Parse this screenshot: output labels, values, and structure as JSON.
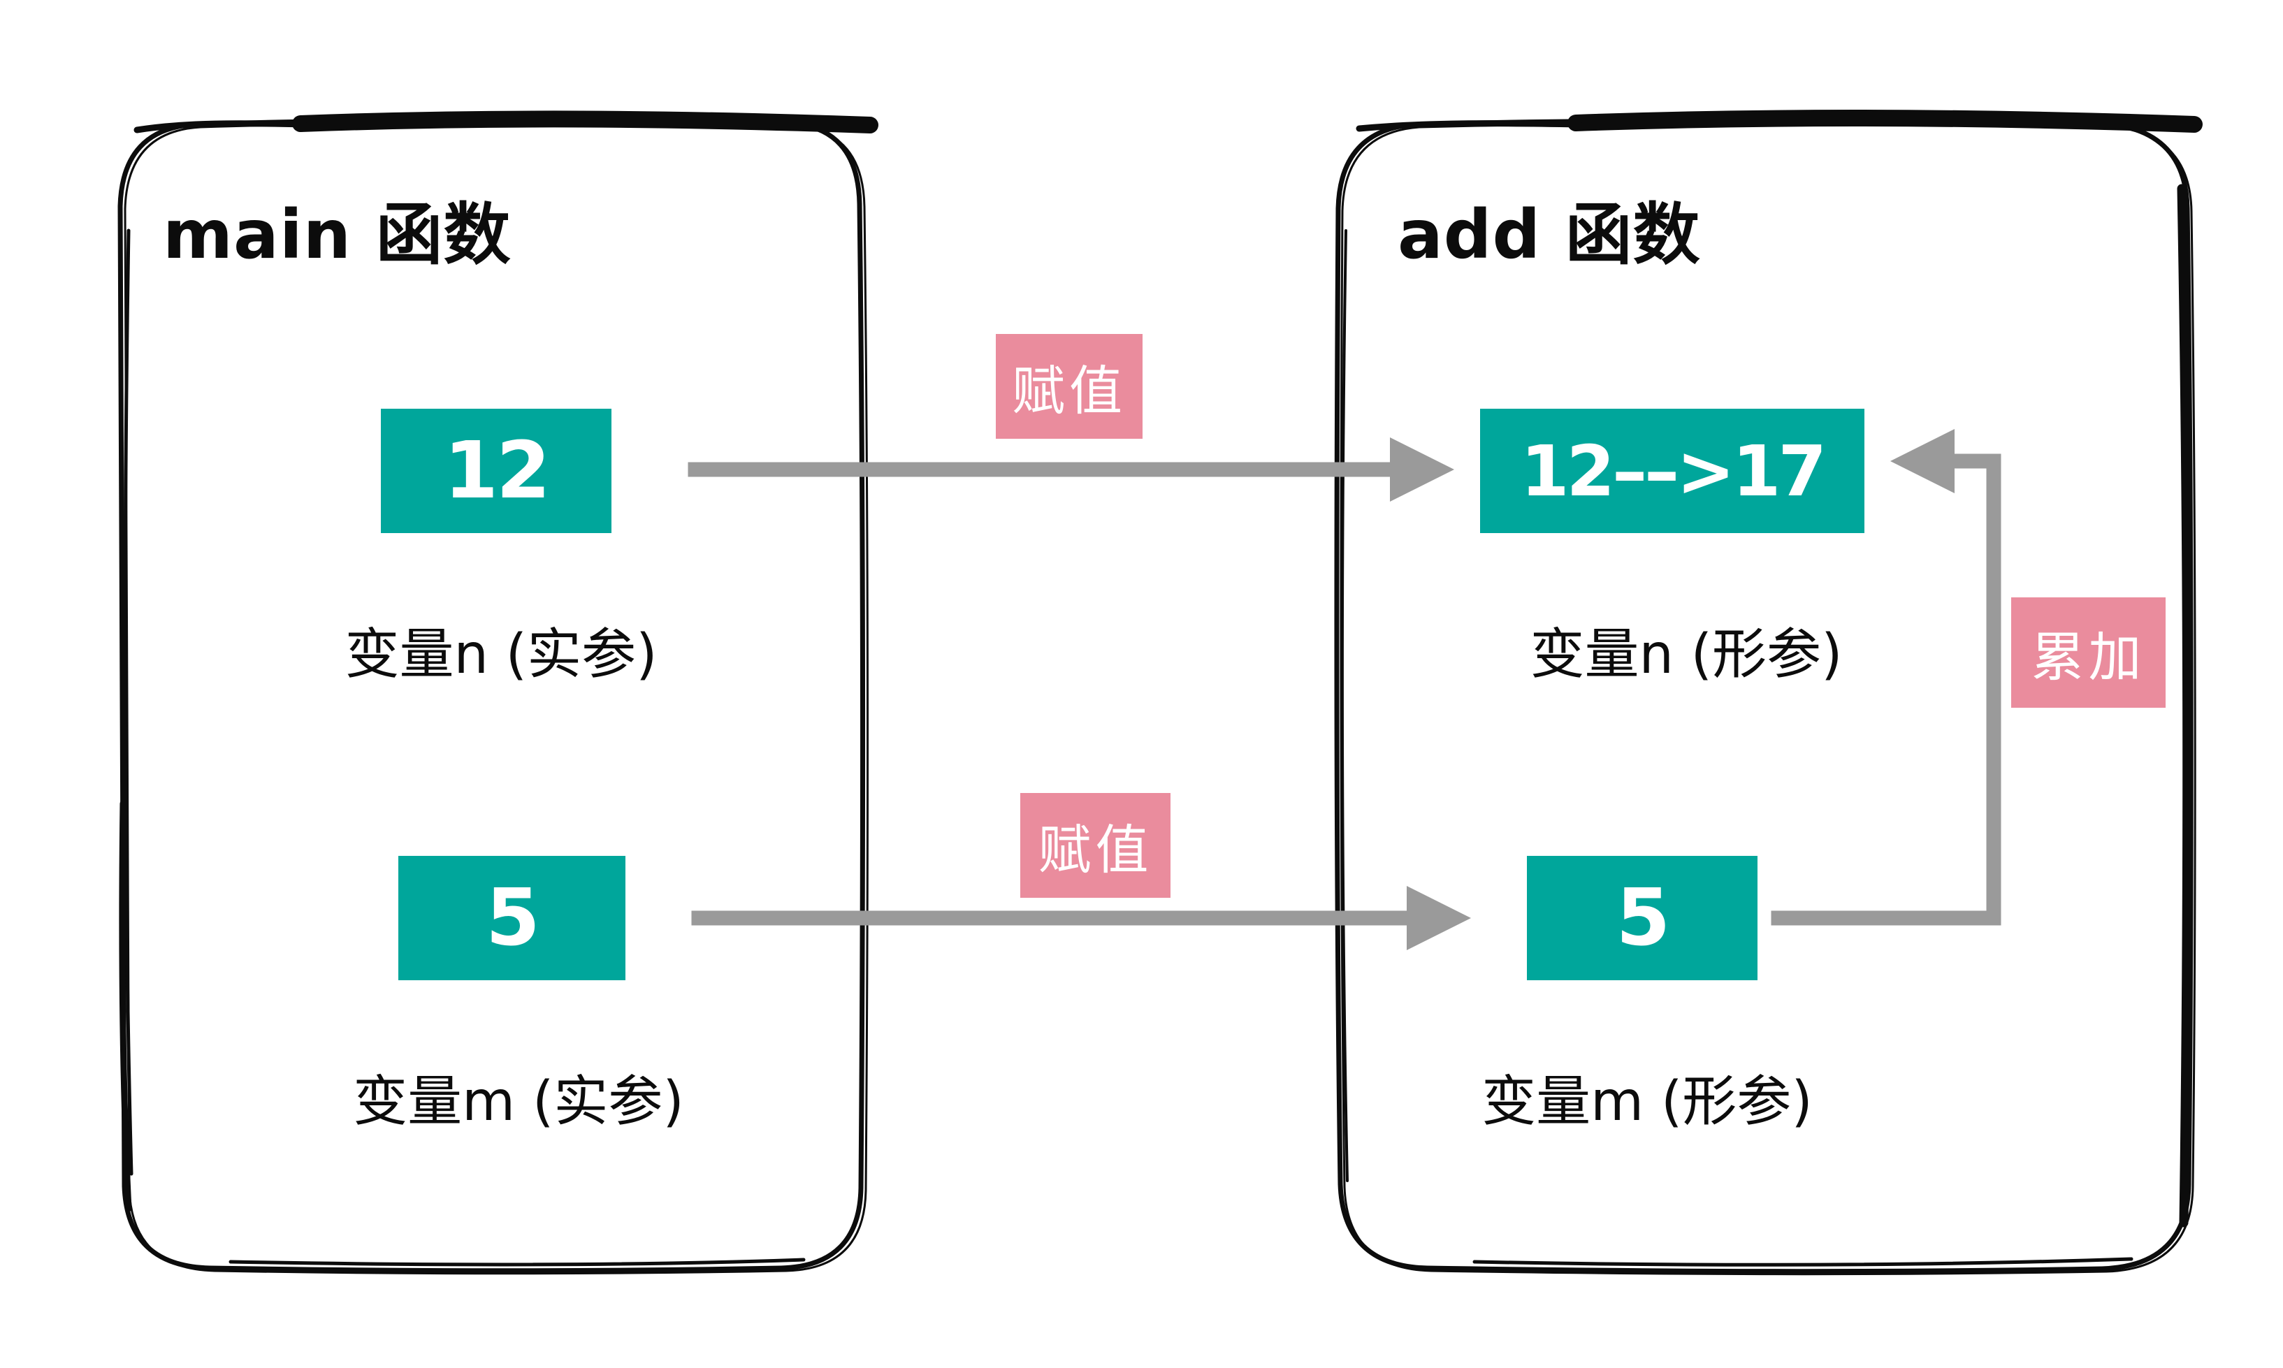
{
  "colors": {
    "teal": "#00A69B",
    "pink": "#EA8C9D",
    "gray": "#9A9A9A",
    "ink": "#0C0C0C"
  },
  "main_box": {
    "title": "main 函数",
    "n_value": "12",
    "n_label": "变量n (实参)",
    "m_value": "5",
    "m_label": "变量m (实参)"
  },
  "add_box": {
    "title": "add 函数",
    "n_value": "12––>17",
    "n_label": "变量n (形参)",
    "m_value": "5",
    "m_label": "变量m (形参)"
  },
  "arrow_labels": {
    "assign_top": "赋值",
    "assign_bottom": "赋值",
    "accumulate": "累加"
  }
}
